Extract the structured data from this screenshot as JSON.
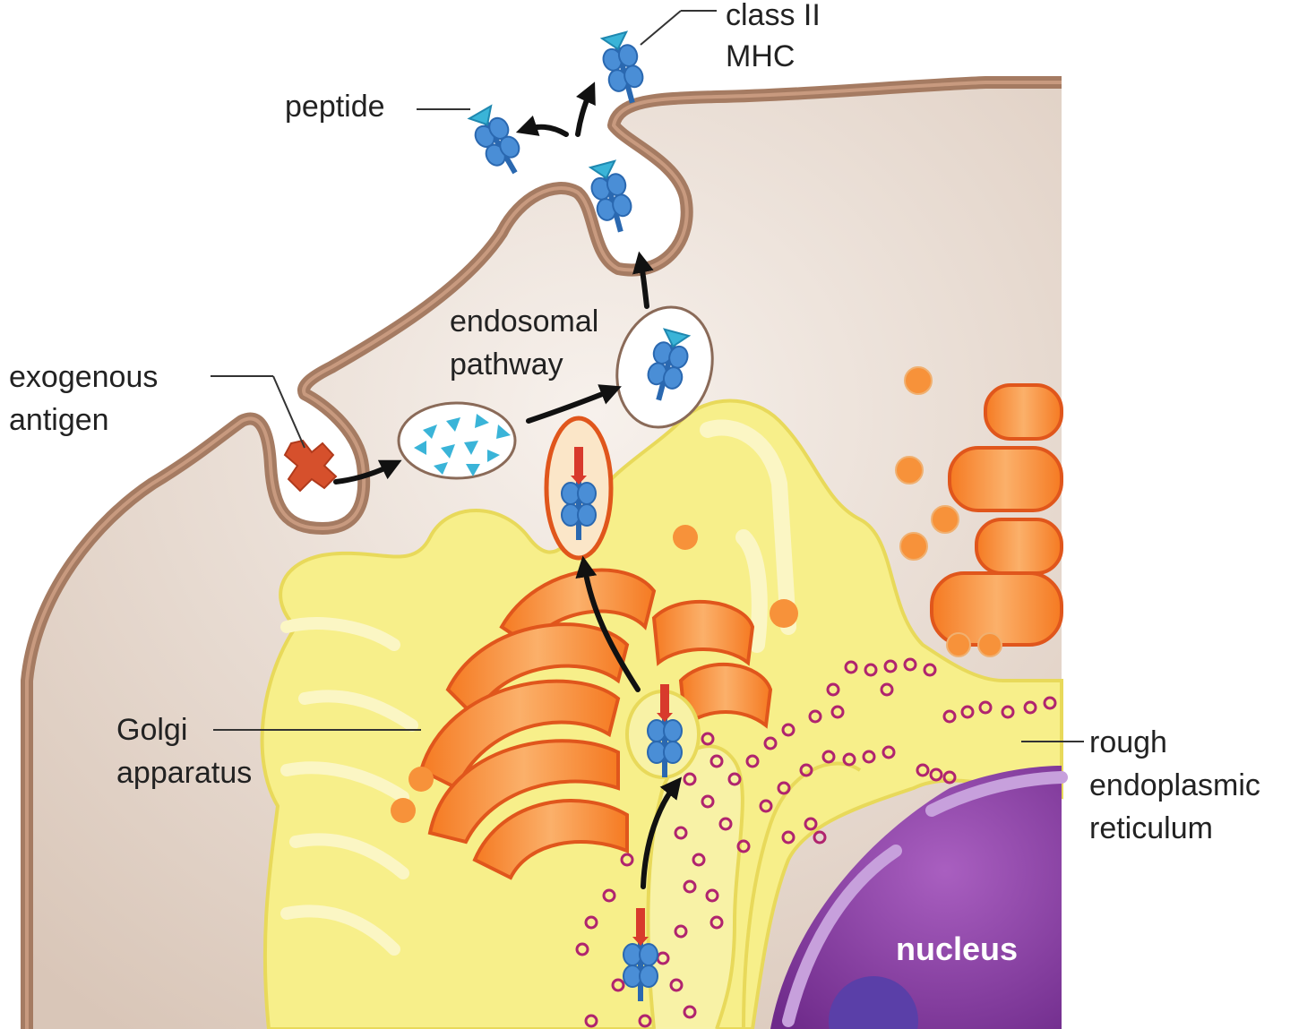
{
  "diagram": {
    "labels": {
      "class_ii_mhc_line1": "class II",
      "class_ii_mhc_line2": "MHC",
      "peptide": "peptide",
      "endosomal_line1": "endosomal",
      "endosomal_line2": "pathway",
      "exogenous_line1": "exogenous",
      "exogenous_line2": "antigen",
      "golgi_line1": "Golgi",
      "golgi_line2": "apparatus",
      "rer_line1": "rough",
      "rer_line2": "endoplasmic",
      "rer_line3": "reticulum",
      "nucleus": "nucleus"
    },
    "colors": {
      "membrane": "#a57b62",
      "cytoplasm": "#e9dcd3",
      "er_fill": "#f7ef8a",
      "er_stroke": "#e8d95a",
      "golgi_fill": "#f7923a",
      "golgi_stroke": "#e0561c",
      "ribosome": "#b0246e",
      "nucleus": "#9b4fb0",
      "nucleolus": "#5a3fa8",
      "mhc": "#3a7cc4",
      "peptide": "#3ab4d8",
      "antigen": "#d6502c",
      "invariant_chain": "#d83a2c",
      "text": "#222222",
      "nucleus_text": "#ffffff"
    },
    "icons": [
      "class-ii-mhc-molecule-icon",
      "peptide-triangle-icon",
      "antigen-cross-icon",
      "arrow-icon"
    ]
  }
}
